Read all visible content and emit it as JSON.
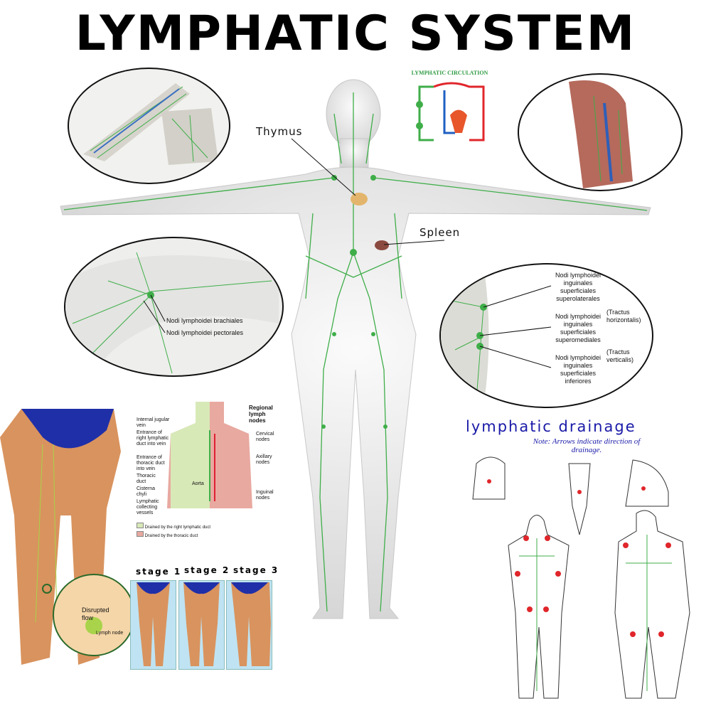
{
  "title": "LYMPHATIC SYSTEM",
  "figure_labels": {
    "thymus": "Thymus",
    "spleen": "Spleen"
  },
  "circulation": {
    "title": "LYMPHATIC CIRCULATION"
  },
  "armpit_oval": {
    "label1": "Nodi lymphoidei brachiales",
    "label2": "Nodi lymphoidei pectorales"
  },
  "groin_oval": {
    "label1": "Nodi lymphoidei inguinales superficiales superolaterales",
    "label2": "Nodi lymphoidei inguinales superficiales superomediales",
    "label3": "Nodi lymphoidei inguinales superficiales inferiores",
    "group1": "(Tractus horizontalis)",
    "group2": "(Tractus verticalis)"
  },
  "regional": {
    "heading": "Regional lymph nodes",
    "left": [
      "Internal jugular vein",
      "Entrance of right lymphatic duct into vein",
      "Entrance of thoracic duct into vein",
      "Thoracic duct",
      "Cisterna chyli",
      "Lymphatic collecting vessels"
    ],
    "aorta": "Aorta",
    "right": [
      "Cervical nodes",
      "Axillary nodes",
      "Inguinal nodes"
    ],
    "legend": [
      "Drained by the right lymphatic duct",
      "Drained by the thoracic duct"
    ],
    "legend_colors": [
      "#d8e9b8",
      "#e8a9a0"
    ]
  },
  "leg_panel": {
    "disrupted": "Disrupted flow",
    "node": "Lymph node"
  },
  "stages": [
    "stage 1",
    "stage 2",
    "stage 3"
  ],
  "drainage": {
    "title": "lymphatic drainage",
    "note": "Note: Arrows indicate direction of drainage."
  },
  "colors": {
    "lymph_green": "#3fae49",
    "node_red": "#e0262b",
    "drainage_title": "#1a1aa8",
    "swimsuit_blue": "#1f2fa8",
    "skin": "#d9935e"
  }
}
